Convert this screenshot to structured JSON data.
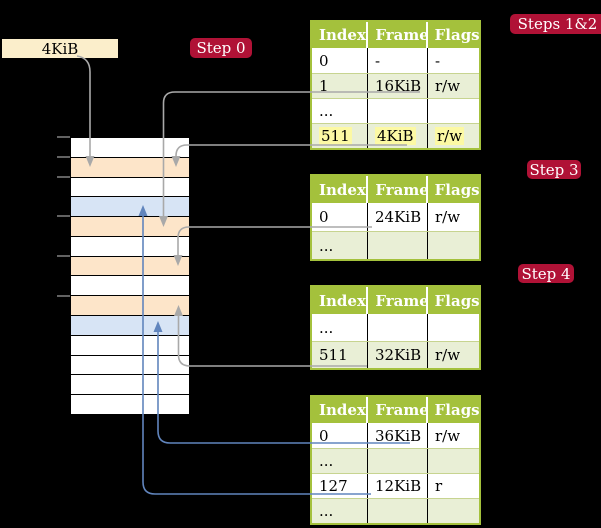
{
  "colors": {
    "background": "#000000",
    "table_green": "#a4c13c",
    "table_row_tint": "#e9efd6",
    "table_row_border": "#c7d490",
    "badge_red": "#b01236",
    "root_box_cream": "#fbeecb",
    "mem_peach": "#fde5c9",
    "mem_blue": "#d7e4f5",
    "arrow_gray": "#a9a9a9",
    "arrow_blue": "#6185bd",
    "tick_gray": "#828282",
    "highlight_yellow": "#fcf9a4"
  },
  "root_box": {
    "label": "4KiB"
  },
  "badges": {
    "step0": "Step 0",
    "steps12": "Steps 1&2",
    "step3": "Step 3",
    "step4": "Step 4"
  },
  "memory": {
    "rows": [
      "white",
      "peach",
      "white",
      "blue",
      "peach",
      "white",
      "peach",
      "white",
      "peach",
      "blue",
      "white",
      "white",
      "white",
      "white"
    ]
  },
  "tables": [
    {
      "headers": [
        "Index",
        "Frame",
        "Flags"
      ],
      "rows": [
        {
          "cells": [
            "0",
            "-",
            "-"
          ]
        },
        {
          "cells": [
            "1",
            "16KiB",
            "r/w"
          ]
        },
        {
          "cells": [
            "...",
            "",
            ""
          ]
        },
        {
          "cells": [
            "511",
            "4KiB",
            "r/w"
          ],
          "highlighted": true
        }
      ]
    },
    {
      "headers": [
        "Index",
        "Frame",
        "Flags"
      ],
      "rows": [
        {
          "cells": [
            "0",
            "24KiB",
            "r/w"
          ]
        },
        {
          "cells": [
            "...",
            "",
            ""
          ]
        }
      ]
    },
    {
      "headers": [
        "Index",
        "Frame",
        "Flags"
      ],
      "rows": [
        {
          "cells": [
            "...",
            "",
            ""
          ]
        },
        {
          "cells": [
            "511",
            "32KiB",
            "r/w"
          ]
        }
      ]
    },
    {
      "headers": [
        "Index",
        "Frame",
        "Flags"
      ],
      "rows": [
        {
          "cells": [
            "0",
            "36KiB",
            "r/w"
          ]
        },
        {
          "cells": [
            "...",
            "",
            ""
          ]
        },
        {
          "cells": [
            "127",
            "12KiB",
            "r"
          ]
        },
        {
          "cells": [
            "...",
            "",
            ""
          ]
        }
      ]
    }
  ]
}
